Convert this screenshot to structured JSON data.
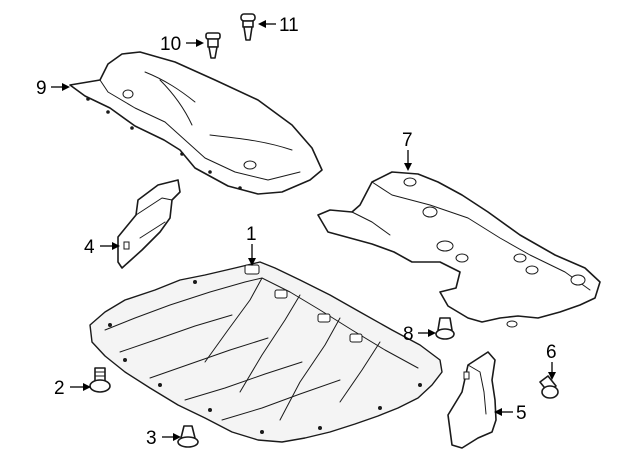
{
  "callouts": [
    {
      "id": "1",
      "label": "1"
    },
    {
      "id": "2",
      "label": "2"
    },
    {
      "id": "3",
      "label": "3"
    },
    {
      "id": "4",
      "label": "4"
    },
    {
      "id": "5",
      "label": "5"
    },
    {
      "id": "6",
      "label": "6"
    },
    {
      "id": "7",
      "label": "7"
    },
    {
      "id": "8",
      "label": "8"
    },
    {
      "id": "9",
      "label": "9"
    },
    {
      "id": "10",
      "label": "10"
    },
    {
      "id": "11",
      "label": "11"
    }
  ],
  "colors": {
    "ink": "#1a1a1a",
    "paper": "#ffffff"
  }
}
